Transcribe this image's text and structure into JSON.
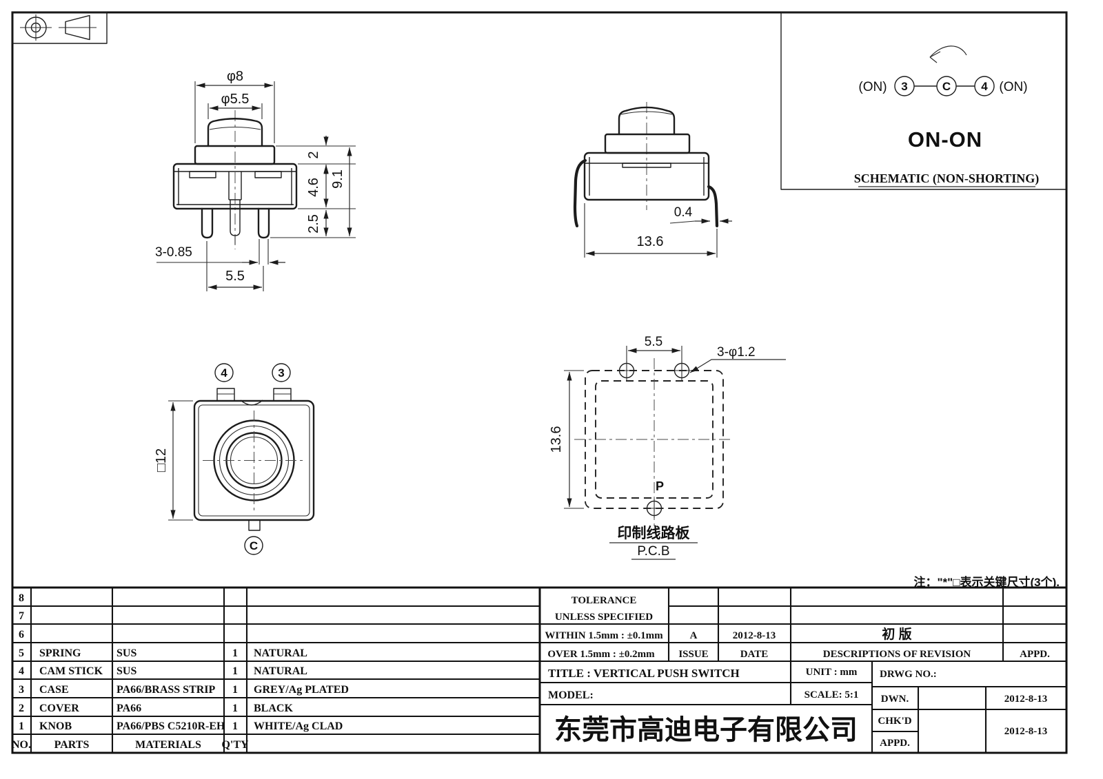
{
  "projection": {
    "symbol": "first-angle-projection"
  },
  "front": {
    "phi8": "φ8",
    "phi55": "φ5.5",
    "h2": "2",
    "h46": "4.6",
    "h25": "2.5",
    "h91": "9.1",
    "pins": "3-0.85",
    "pitch": "5.5"
  },
  "side": {
    "clip": "0.4",
    "width": "13.6"
  },
  "top": {
    "square": "□12",
    "t4": "4",
    "t3": "3",
    "tc": "C"
  },
  "pcb": {
    "pitch": "5.5",
    "holes": "3-φ1.2",
    "height": "13.6",
    "p": "P",
    "caption_cn": "印制线路板",
    "caption_en": "P.C.B"
  },
  "schematic": {
    "left_on": "(ON)",
    "t3": "3",
    "tc": "C",
    "t4": "4",
    "right_on": "(ON)",
    "mode": "ON-ON",
    "caption": "SCHEMATIC (NON-SHORTING)"
  },
  "note": "注：\"*\"□表示关键尺寸(3个).",
  "parts_table": {
    "headers": {
      "no": "NO.",
      "parts": "PARTS",
      "materials": "MATERIALS",
      "qty": "Q'TY"
    },
    "rows": [
      {
        "no": "8",
        "parts": "",
        "materials": "",
        "qty": "",
        "color": ""
      },
      {
        "no": "7",
        "parts": "",
        "materials": "",
        "qty": "",
        "color": ""
      },
      {
        "no": "6",
        "parts": "",
        "materials": "",
        "qty": "",
        "color": ""
      },
      {
        "no": "5",
        "parts": "SPRING",
        "materials": "SUS",
        "qty": "1",
        "color": "NATURAL"
      },
      {
        "no": "4",
        "parts": "CAM STICK",
        "materials": "SUS",
        "qty": "1",
        "color": "NATURAL"
      },
      {
        "no": "3",
        "parts": "CASE",
        "materials": "PA66/BRASS STRIP",
        "qty": "1",
        "color": "GREY/Ag PLATED"
      },
      {
        "no": "2",
        "parts": "COVER",
        "materials": "PA66",
        "qty": "1",
        "color": "BLACK"
      },
      {
        "no": "1",
        "parts": "KNOB",
        "materials": "PA66/PBS C5210R-EH",
        "qty": "1",
        "color": "WHITE/Ag CLAD"
      }
    ]
  },
  "revision": {
    "tolerance_title": "TOLERANCE",
    "tolerance_subtitle": "UNLESS  SPECIFIED",
    "within": "WITHIN 1.5mm : ±0.1mm",
    "over": "OVER 1.5mm : ±0.2mm",
    "issue_value": "A",
    "issue_label": "ISSUE",
    "date_value": "2012-8-13",
    "date_label": "DATE",
    "desc_value": "初  版",
    "desc_label": "DESCRIPTIONS OF REVISION",
    "appd_label": "APPD."
  },
  "title_block": {
    "title": "TITLE :   VERTICAL PUSH SWITCH",
    "unit": "UNIT :   mm",
    "drwg_no": "DRWG NO.:",
    "model": "MODEL:",
    "scale": "SCALE:   5:1",
    "company": "东莞市高迪电子有限公司",
    "dwn_label": "DWN.",
    "dwn_date": "2012-8-13",
    "chkd_label": "CHK'D",
    "chkd_date": "2012-8-13",
    "appd_label": "APPD."
  }
}
